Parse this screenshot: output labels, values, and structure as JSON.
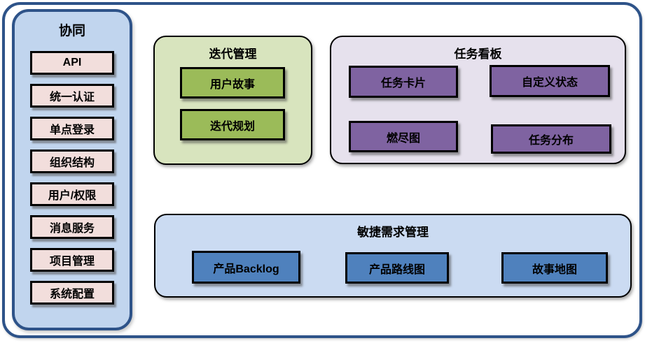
{
  "colors": {
    "frame_border": "#2E5389",
    "sidebar_fill": "#C1D5EE",
    "sidebar_item_fill": "#F2DEDC",
    "iteration_fill": "#D8E4BE",
    "iteration_item_fill": "#9BBB59",
    "kanban_fill": "#E6E1ED",
    "kanban_item_fill": "#7F63A1",
    "agile_fill": "#CBDBF2",
    "agile_item_fill": "#4F81BD",
    "box_border": "#000000",
    "text_color": "#000000"
  },
  "sidebar": {
    "title": "协同",
    "items": [
      "API",
      "统一认证",
      "单点登录",
      "组织结构",
      "用户/权限",
      "消息服务",
      "项目管理",
      "系统配置"
    ]
  },
  "sections": {
    "iteration": {
      "title": "迭代管理",
      "items": [
        "用户故事",
        "迭代规划"
      ]
    },
    "kanban": {
      "title": "任务看板",
      "items": [
        "任务卡片",
        "自定义状态",
        "燃尽图",
        "任务分布"
      ]
    },
    "agile": {
      "title": "敏捷需求管理",
      "items": [
        "产品Backlog",
        "产品路线图",
        "故事地图"
      ]
    }
  }
}
